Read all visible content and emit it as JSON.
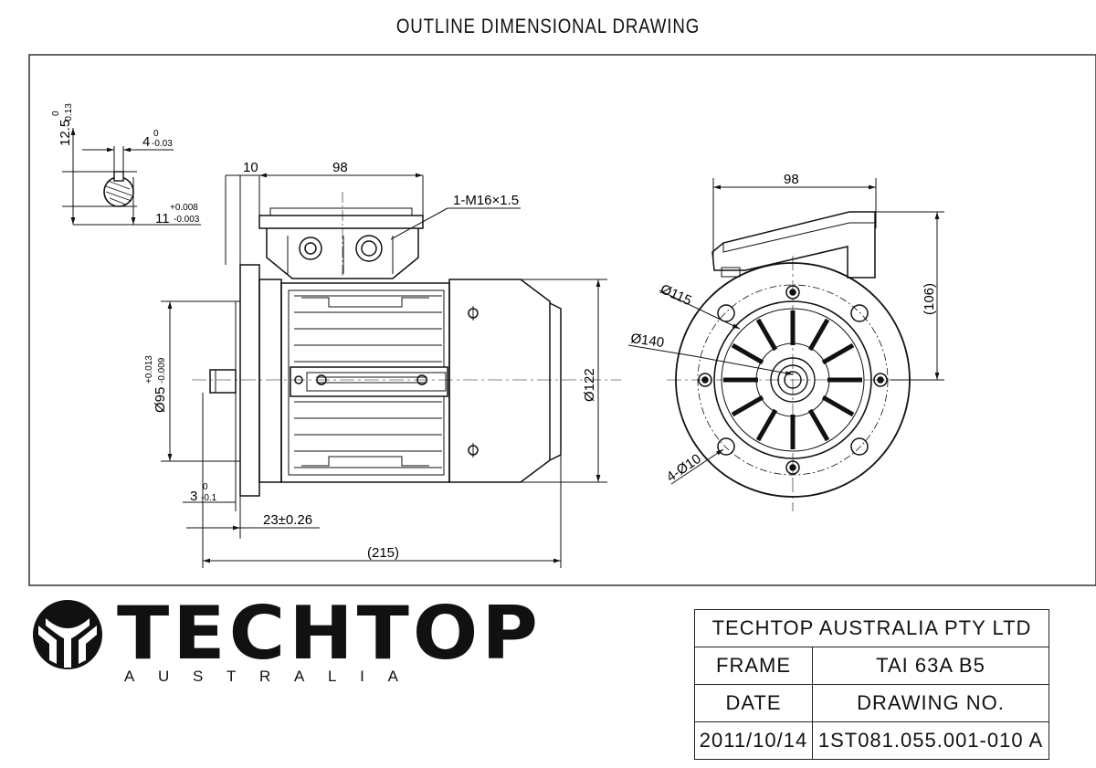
{
  "title": "OUTLINE DIMENSIONAL DRAWING",
  "dims": {
    "key_height": "12.5",
    "key_height_tol_top": "0",
    "key_height_tol_bot": "-0.13",
    "key_width": "4",
    "key_width_tol_top": "0",
    "key_width_tol_bot": "-0.03",
    "shaft_dia": "11",
    "shaft_dia_tol_top": "+0.008",
    "shaft_dia_tol_bot": "-0.003",
    "flange_offset": "10",
    "terminal_box_length": "98",
    "cable_entry": "1-M16×1.5",
    "spigot": "Ø95",
    "spigot_tol_top": "+0.013",
    "spigot_tol_bot": "-0.009",
    "flange_thickness": "3",
    "flange_thickness_tol_top": "0",
    "flange_thickness_tol_bot": "-0.1",
    "shaft_length": "23±0.26",
    "overall_length": "(215)",
    "frame_dia": "Ø122",
    "end_box_width": "98",
    "height_to_box": "(106)",
    "pcd": "Ø115",
    "flange_dia": "Ø140",
    "holes": "4-Ø10"
  },
  "logo": {
    "word": "TECHTOP",
    "sub": [
      "A",
      "U",
      "S",
      "T",
      "R",
      "A",
      "L",
      "I",
      "A"
    ]
  },
  "title_block": {
    "company": "TECHTOP AUSTRALIA PTY LTD",
    "frame_label": "FRAME",
    "frame_value": "TAI 63A B5",
    "date_label": "DATE",
    "drawing_no_label": "DRAWING NO.",
    "date_value": "2011/10/14",
    "drawing_no_value": "1ST081.055.001-010 A"
  }
}
